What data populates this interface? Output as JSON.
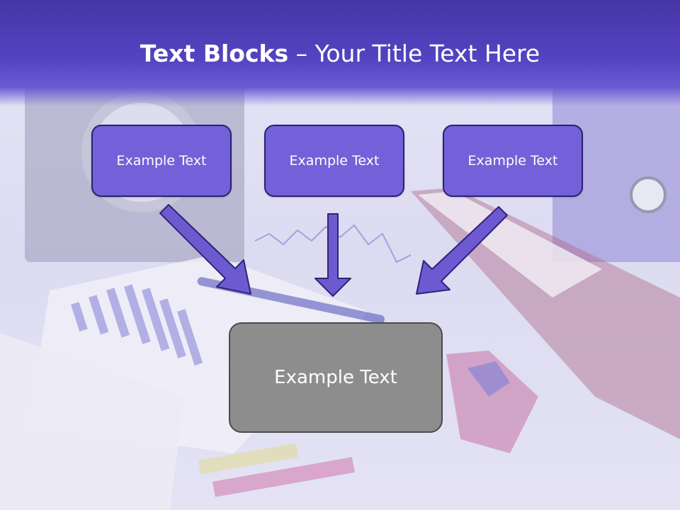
{
  "title": {
    "bold": "Text Blocks",
    "rest": " – Your Title Text Here"
  },
  "top_boxes": [
    {
      "label": "Example Text"
    },
    {
      "label": "Example Text"
    },
    {
      "label": "Example Text"
    }
  ],
  "bottom_box": {
    "label": "Example Text"
  },
  "colors": {
    "header": "#4a3ab0",
    "box_fill": "#7460d8",
    "box_border": "#2a2170",
    "arrow": "#6e5ad0",
    "bottom_fill": "#8d8d8d"
  }
}
